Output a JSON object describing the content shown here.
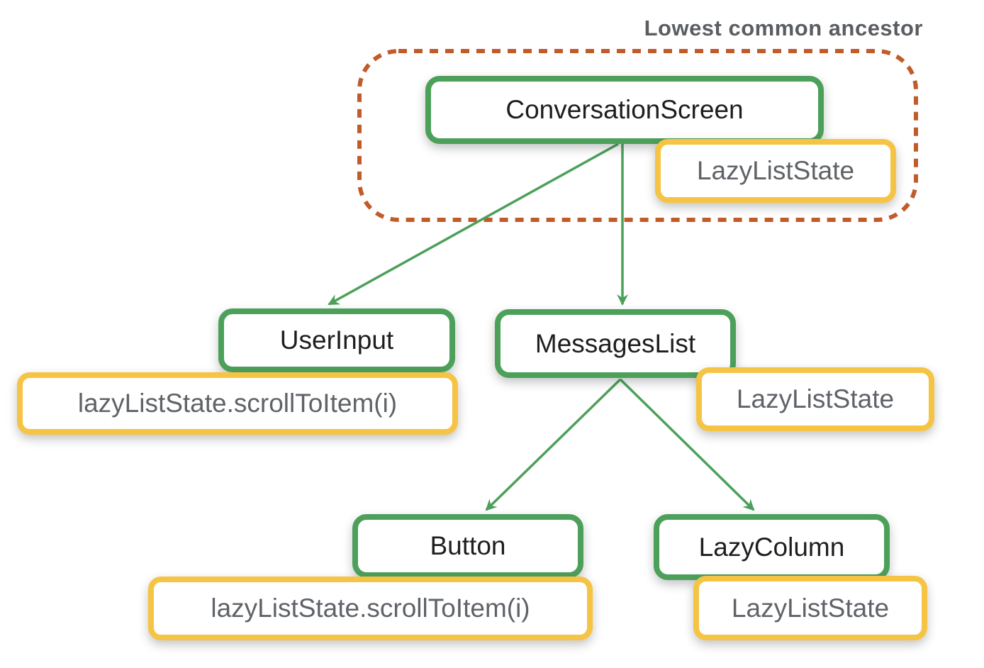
{
  "annotation": {
    "label": "Lowest common ancestor"
  },
  "theme": {
    "background": "#ffffff",
    "component_border": "#4CA05A",
    "state_border": "#F6C445",
    "ancestor_outline": "#C05B2C",
    "arrow": "#4CA05A",
    "component_text": "#1e1e1e",
    "state_text": "#5F6368",
    "annotation_text": "#5A5D61"
  },
  "nodes": {
    "conversationScreen": {
      "label": "ConversationScreen"
    },
    "conversationState": {
      "label": "LazyListState"
    },
    "userInput": {
      "label": "UserInput"
    },
    "userInputCall": {
      "label": "lazyListState.scrollToItem(i)"
    },
    "messagesList": {
      "label": "MessagesList"
    },
    "messagesListState": {
      "label": "LazyListState"
    },
    "button": {
      "label": "Button"
    },
    "buttonCall": {
      "label": "lazyListState.scrollToItem(i)"
    },
    "lazyColumn": {
      "label": "LazyColumn"
    },
    "lazyColumnState": {
      "label": "LazyListState"
    }
  },
  "edges": [
    {
      "from": "ConversationScreen",
      "to": "UserInput"
    },
    {
      "from": "ConversationScreen",
      "to": "MessagesList"
    },
    {
      "from": "MessagesList",
      "to": "Button"
    },
    {
      "from": "MessagesList",
      "to": "LazyColumn"
    }
  ]
}
